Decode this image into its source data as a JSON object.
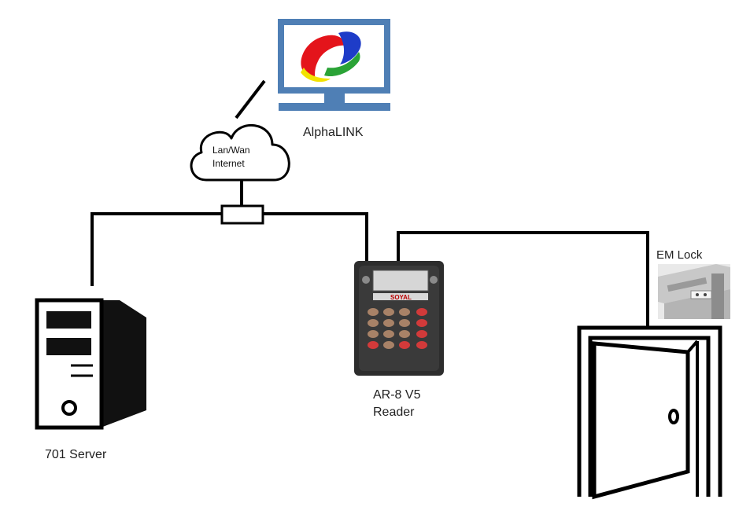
{
  "diagram": {
    "nodes": {
      "workstation": {
        "label": "AlphaLINK",
        "logo_colors": [
          "#e4141b",
          "#1e3cc8",
          "#2aa336",
          "#f2e200"
        ]
      },
      "cloud": {
        "line1": "Lan/Wan",
        "line2": "Internet"
      },
      "server": {
        "label": "701 Server"
      },
      "reader": {
        "line1": "AR-8 V5",
        "line2": "Reader",
        "brand": "SOYAL"
      },
      "lock": {
        "label": "EM Lock"
      }
    },
    "connections": [
      {
        "from": "workstation",
        "to": "cloud"
      },
      {
        "from": "cloud",
        "to": "network-hub"
      },
      {
        "from": "network-hub",
        "to": "server"
      },
      {
        "from": "network-hub",
        "to": "reader"
      },
      {
        "from": "reader",
        "to": "lock"
      }
    ],
    "colors": {
      "line": "#000000",
      "monitor": "#4f7fb5",
      "reader_body": "#2d2d2d",
      "key_dark": "#a88267",
      "key_red": "#d23a3a"
    }
  }
}
